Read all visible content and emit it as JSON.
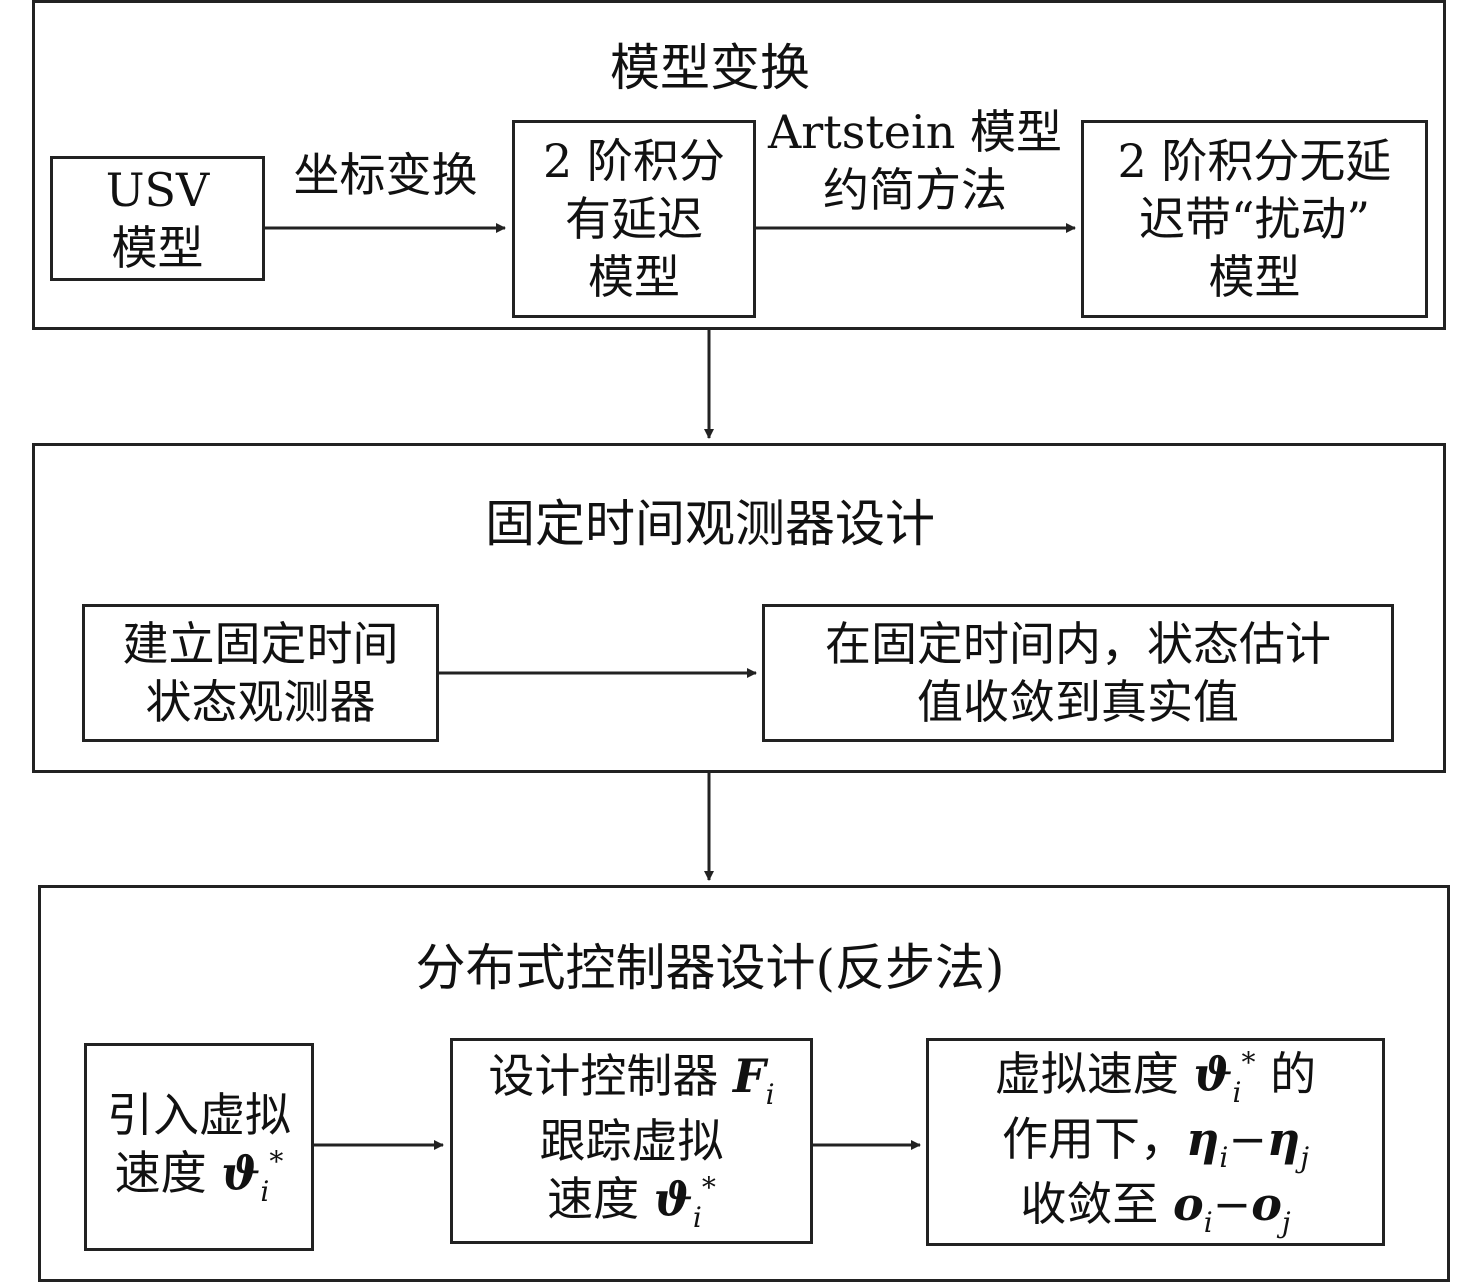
{
  "section1": {
    "title": "模型变换",
    "box_usv": [
      "USV",
      "模型"
    ],
    "edge_coord": "坐标变换",
    "box_delay": [
      "2 阶积分",
      "有延迟",
      "模型"
    ],
    "edge_artstein": [
      "Artstein 模型",
      "约简方法"
    ],
    "box_nodelay": [
      "2 阶积分无延",
      "迟带“扰动”",
      "模型"
    ]
  },
  "section2": {
    "title": "固定时间观测器设计",
    "box_build": [
      "建立固定时间",
      "状态观测器"
    ],
    "box_converge": [
      "在固定时间内，状态估计",
      "值收敛到真实值"
    ]
  },
  "section3": {
    "title": "分布式控制器设计(反步法)",
    "box_intro": {
      "line1": "引入虚拟",
      "line2": "速度 ",
      "theta": "ϑ",
      "sub_i": "i",
      "sup_star": "*"
    },
    "box_design": {
      "line1": "设计控制器 ",
      "F": "F",
      "sub_i": "i",
      "line2": "跟踪虚拟",
      "line3": "速度 ",
      "theta": "ϑ",
      "sup_star": "*"
    },
    "box_result": {
      "line1": "虚拟速度 ",
      "theta": "ϑ",
      "sub_i": "i",
      "sup_star": "*",
      "line1b": " 的",
      "line2": "作用下，",
      "eta": "η",
      "minus": "−",
      "sub_j": "j",
      "line3": "收敛至 ",
      "o": "o"
    }
  }
}
